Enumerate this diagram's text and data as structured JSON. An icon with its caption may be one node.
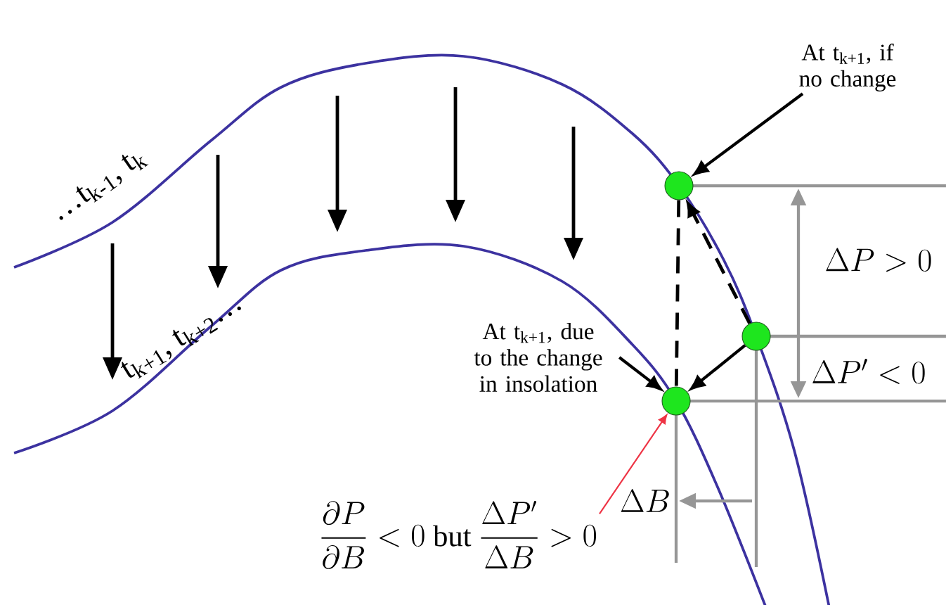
{
  "diagram": {
    "nodes": [
      {
        "text": [],
        "shape": "circle"
      },
      {
        "text": [],
        "shape": "circle"
      },
      {
        "text": [],
        "shape": "circle"
      },
      {
        "text": [
          "At t$_{k+1}$, if no change"
        ]
      },
      {
        "text": [
          "At t$_{k+1}$, due to the change in insolation"
        ]
      },
      {
        "text": [
          "\\frac{\\partial P}{\\partial B}<0\\text{ but }\\frac{\\Delta P'}{\\Delta B}>0"
        ]
      }
    ],
    "edges": [
      {
        "from": 3,
        "to": 0,
        "arrow": "to"
      },
      {
        "from": 4,
        "to": 2,
        "arrow": "to"
      },
      {
        "from": 5,
        "to": 2,
        "arrow": "to",
        "color": "#ee3344"
      },
      {
        "from": 0,
        "to": 2,
        "arrow": "none",
        "style": "dashed"
      },
      {
        "from": 1,
        "to": 0,
        "arrow": "to",
        "style": "dashed"
      },
      {
        "from": 1,
        "to": 2,
        "arrow": "to"
      }
    ],
    "labels": [
      "…t$_{k-1}$, t$_{k}$",
      "t$_{k+1}$, t$_{k+2}$…",
      "\\Delta P >0",
      "\\Delta P'<0",
      "\\Delta B"
    ]
  }
}
